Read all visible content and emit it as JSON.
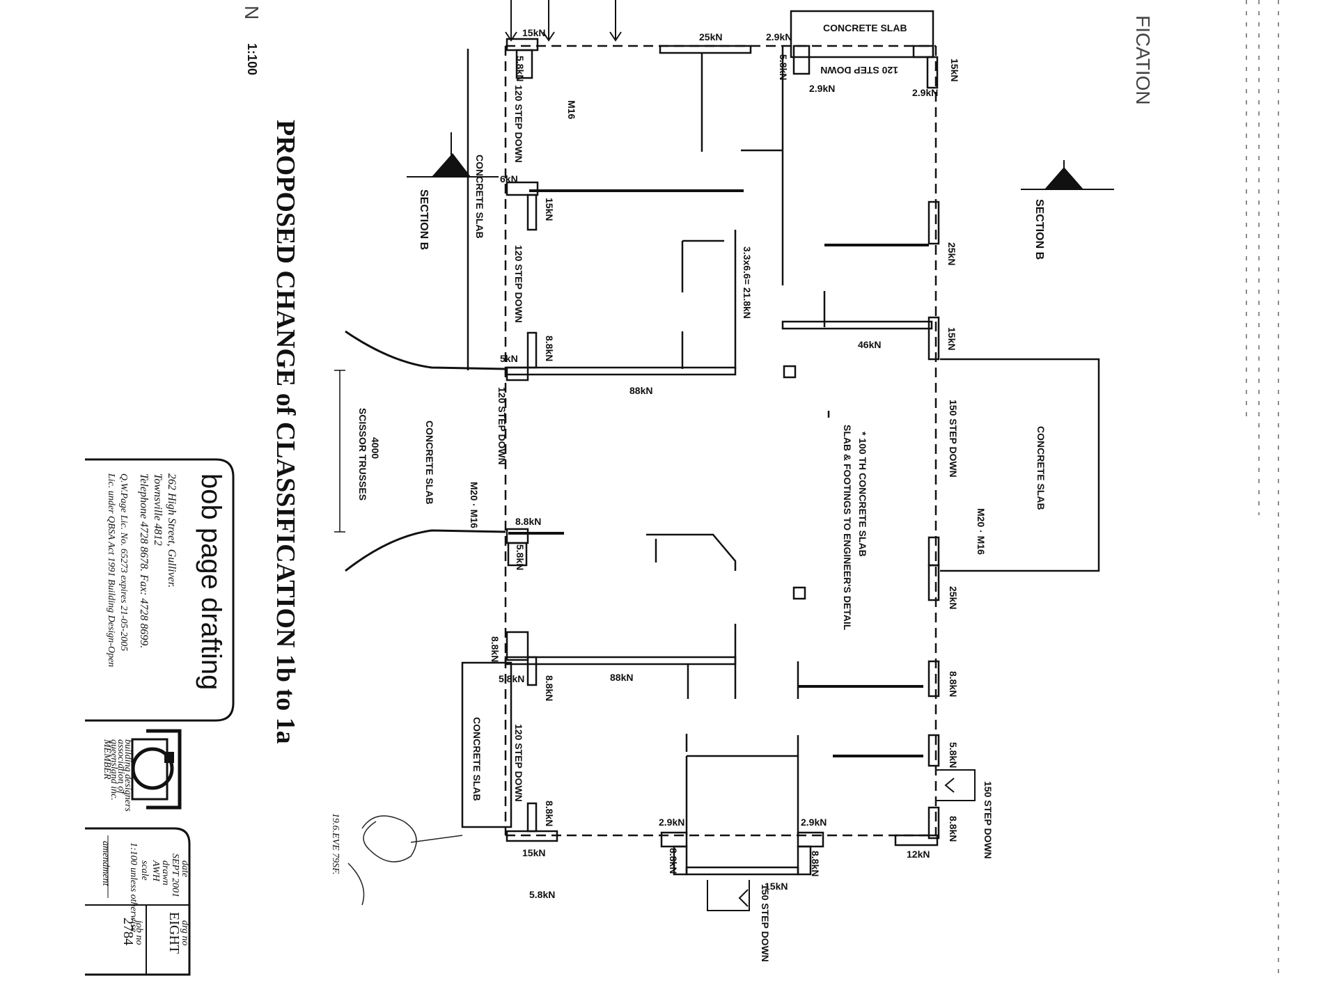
{
  "drawing": {
    "title": "PROPOSED CHANGE of CLASSIFICATION 1b to 1a",
    "scale_top": "1:100",
    "edge_letter": "N",
    "edge_fragment": "FICATION",
    "section_left": "SECTION B",
    "section_right": "SECTION B"
  },
  "labels": {
    "concrete_slab_top": "CONCRETE SLAB",
    "step_down_top": "120 STEP DOWN",
    "load_25kn_top": "25kN",
    "load_2_9kn_a": "2.9kN",
    "load_15kn_tl": "15kN",
    "load_5_8kn_tl": "5.8kN",
    "m16_top": "M16",
    "step_down_left1": "120 STEP DOWN",
    "concrete_slab_left": "CONCRETE SLAB",
    "load_6kn": "6kN",
    "load_15kn_l": "15kN",
    "step_down_left2": "120 STEP DOWN",
    "load_8_8kn_l": "8.8kN",
    "load_formula": "3.3x6.6= 21.8kN",
    "load_5kn": "5kN",
    "load_88kn_a": "88kN",
    "step_down_left3": "120 STEP DOWN",
    "load_46kn": "46kN",
    "load_15kn_r": "15kN",
    "load_25kn_r": "25kN",
    "load_5_8kn_r": "5.8kN",
    "load_2_9kn_tr1": "2.9kN",
    "load_2_9kn_tr2": "2.9kN",
    "load_15kn_tr": "15kN",
    "concrete_slab_center": "CONCRETE SLAB",
    "scissor_trusses": "SCISSOR TRUSSES",
    "span_4000": "4000",
    "note_1": "* 100 TH CONCRETE SLAB",
    "note_2": "SLAB & FOOTINGS TO ENGINEER'S DETAIL",
    "step_down_right1": "150 STEP DOWN",
    "concrete_slab_right": "CONCRETE SLAB",
    "m20_m16_right": "M20 · M16",
    "load_25kn_r2": "25kN",
    "m20_m16_left": "M20 · M16",
    "load_8_8kn_mid": "8.8kN",
    "load_5_8kn_mid": "5.8kN",
    "load_8_8kn_b1": "8.8kN",
    "load_5_8kn_b1": "5.8kN",
    "load_8_8kn_b2": "8.8kN",
    "load_88kn_b": "88kN",
    "concrete_slab_bl": "CONCRETE SLAB",
    "step_down_bl": "120 STEP DOWN",
    "load_8_8kn_b3": "8.8kN",
    "load_15kn_b": "15kN",
    "load_8_8kn_br": "8.8kN",
    "load_5_8kn_br": "5.8kN",
    "step_down_br": "150 STEP DOWN",
    "load_8_8kn_br2": "8.8kN",
    "load_2_9kn_b1": "2.9kN",
    "load_2_9kn_b2": "2.9kN",
    "load_12kn": "12kN",
    "load_8_8kn_bb1": "8.8kN",
    "load_8_8kn_bb2": "8.8kN",
    "load_15kn_bb": "15kN",
    "step_down_bottom": "150 STEP DOWN",
    "load_5_8kn_bottom": "5.8kN"
  },
  "title_block": {
    "firm": "bob page drafting",
    "address_1": "262 High Street,  Gulliver.",
    "address_2": "Townsville  4812",
    "phone": "Telephone  4728 8678.  Fax:  4728 8699.",
    "licence_1": "Q.W.Page Lic. No. 65273 expires 21-05-2005",
    "licence_2": "Lic. under QBSA Act 1991 Building Design-Open",
    "assoc_1": "building designers",
    "assoc_2": "association of",
    "assoc_3": "queensland inc.",
    "assoc_4": "MEMBER",
    "date_label": "date",
    "date_value": "SEPT 2001",
    "drawn_label": "drawn",
    "drawn_value": "AWH",
    "scale_label": "scale",
    "scale_value": "1:100 unless otherwise",
    "amend": "amendment",
    "drg_label": "drg no",
    "drg_value": "EIGHT",
    "job_label": "job no",
    "job_value": "2784"
  },
  "signature": {
    "text": "19.6.EVE 79SF."
  }
}
